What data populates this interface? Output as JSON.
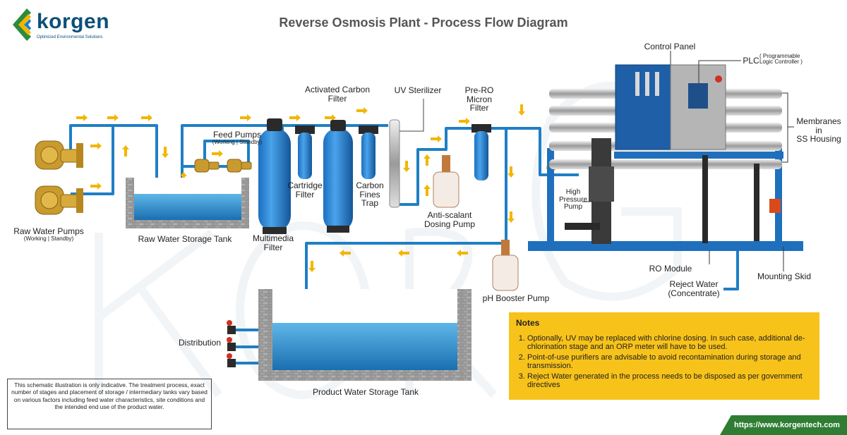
{
  "header": {
    "title": "Reverse Osmosis Plant - Process Flow Diagram",
    "logo_text": "korgen",
    "logo_tagline": "Optimized Environmental Solutions"
  },
  "labels": {
    "raw_water_pumps": "Raw Water Pumps",
    "raw_water_pumps_sub": "(Working | Standby)",
    "raw_water_tank": "Raw Water Storage Tank",
    "feed_pumps": "Feed Pumps",
    "feed_pumps_sub": "(Working | Standby)",
    "multimedia_filter_1": "Multimedia",
    "multimedia_filter_2": "Filter",
    "cartridge_filter_1": "Cartridge",
    "cartridge_filter_2": "Filter",
    "activated_carbon_1": "Activated Carbon",
    "activated_carbon_2": "Filter",
    "carbon_fines_1": "Carbon",
    "carbon_fines_2": "Fines",
    "carbon_fines_3": "Trap",
    "uv_sterilizer": "UV Sterilizer",
    "antiscalant_1": "Anti-scalant",
    "antiscalant_2": "Dosing Pump",
    "preRO_1": "Pre-RO",
    "preRO_2": "Micron",
    "preRO_3": "Filter",
    "control_panel": "Control Panel",
    "plc": "PLC",
    "plc_sub_1": "( Programmable",
    "plc_sub_2": "Logic Controller )",
    "membranes_1": "Membranes",
    "membranes_2": "in",
    "membranes_3": "SS Housing",
    "hp_pump_1": "High",
    "hp_pump_2": "Pressure",
    "hp_pump_3": "Pump",
    "ro_module": "RO Module",
    "mounting_skid": "Mounting Skid",
    "reject_water_1": "Reject Water",
    "reject_water_2": "(Concentrate)",
    "ph_booster": "pH Booster Pump",
    "distribution": "Distribution",
    "product_tank": "Product Water Storage Tank"
  },
  "notes": {
    "heading": "Notes",
    "items": [
      "Optionally, UV may be replaced with chlorine dosing. In such case, additional de-chlorination stage and an ORP meter will have to be used.",
      "Point-of-use purifiers are advisable to avoid recontamination during storage and transmission.",
      "Reject Water generated in the process needs to be disposed as per government directives"
    ]
  },
  "disclaimer": "This schematic illustration is only indicative. The treatment process, exact number of stages and placement of storage / intermediary tanks vary based on various factors including feed water characteristics, site conditions and the intended end use of the product water.",
  "footer": {
    "url": "https://www.korgentech.com"
  },
  "colors": {
    "pipe": "#1f7fc4",
    "arrow": "#f2b600",
    "notes_bg": "#f7c21a",
    "url_bg": "#2e7d32",
    "title": "#555555"
  }
}
